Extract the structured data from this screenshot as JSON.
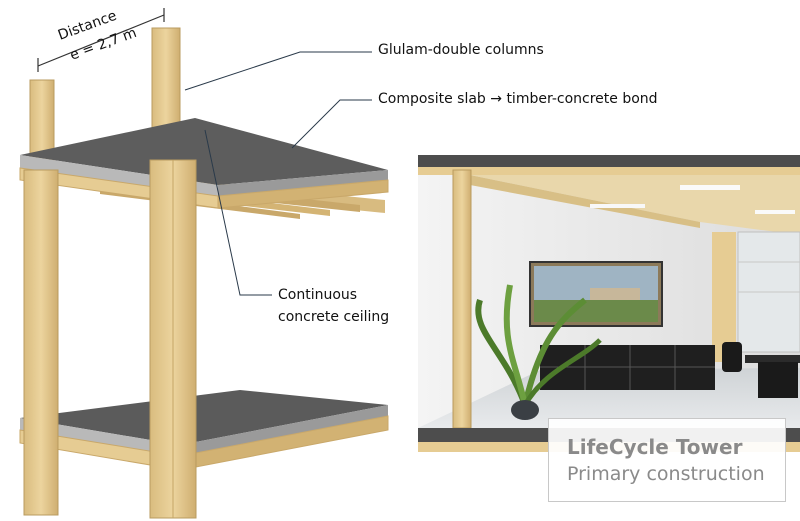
{
  "labels": {
    "distance_line1": "Distance",
    "distance_line2": "e = 2,7 m",
    "glulam": "Glulam-double columns",
    "composite": "Composite slab → timber-concrete bond",
    "ceiling_line1": "Continuous",
    "ceiling_line2": "concrete ceiling"
  },
  "caption": {
    "title": "LifeCycle Tower",
    "subtitle": "Primary construction"
  },
  "colors": {
    "timber": "#e6cc93",
    "timber_dark": "#c9a86a",
    "concrete_top": "#5a5a5a",
    "concrete_side": "#b9b9b9",
    "caption_text": "#8a8a8a"
  }
}
